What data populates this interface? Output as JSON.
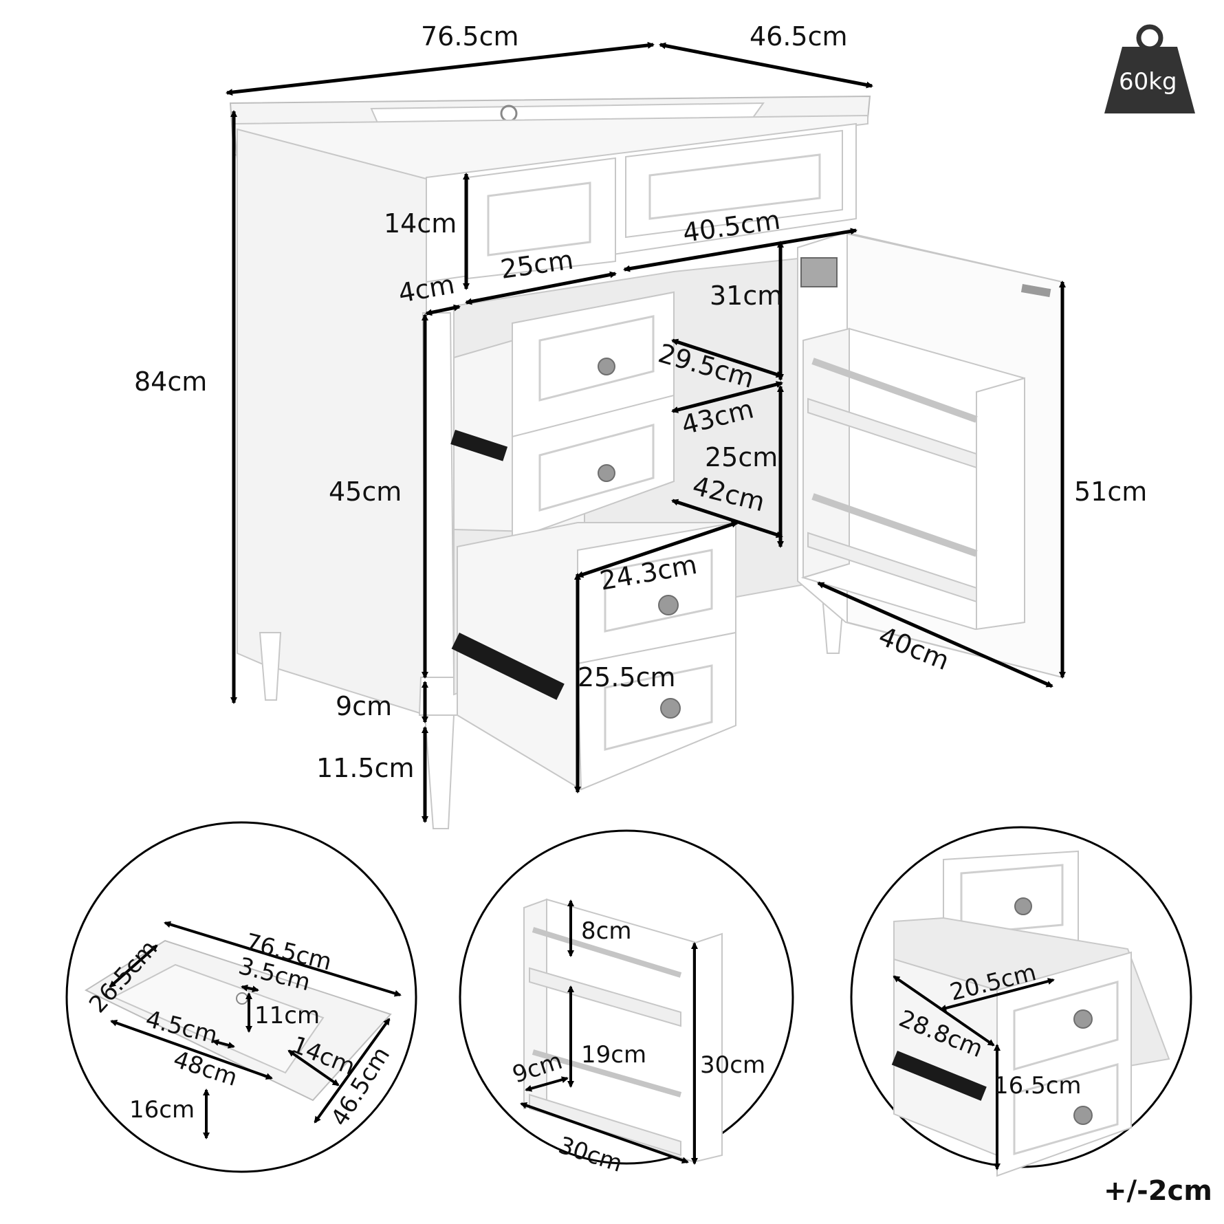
{
  "weight_badge": {
    "label": "60kg",
    "icon": "weight-icon"
  },
  "tolerance": "+/-2cm",
  "main_view": {
    "top_width": "76.5cm",
    "top_depth": "46.5cm",
    "total_height": "84cm",
    "top_drawer_height": "14cm",
    "left_drawer_width": "25cm",
    "right_drawer_width": "40.5cm",
    "side_gap": "4cm",
    "cabinet_upper_height": "31cm",
    "shelf_width": "29.5cm",
    "inner_width_upper": "43cm",
    "cabinet_lower_height": "25cm",
    "inner_width_lower": "42cm",
    "drawer_width": "24.3cm",
    "drawer_height": "25.5cm",
    "side_body_height": "45cm",
    "plinth_height": "9cm",
    "leg_height": "11.5cm",
    "door_height": "51cm",
    "door_width": "40cm"
  },
  "basin_detail": {
    "width": "76.5cm",
    "side_depth": "26.5cm",
    "tap_offset": "3.5cm",
    "basin_depth": "11cm",
    "rim": "4.5cm",
    "basin_length": "48cm",
    "basin_side": "14cm",
    "depth": "46.5cm",
    "drain_height": "16cm"
  },
  "rack_detail": {
    "top_gap": "8cm",
    "shelf_gap": "19cm",
    "rack_height": "30cm",
    "rack_depth": "9cm",
    "rack_width": "30cm"
  },
  "drawer_detail": {
    "drawer_width": "20.5cm",
    "drawer_depth": "28.8cm",
    "drawer_height": "16.5cm"
  }
}
